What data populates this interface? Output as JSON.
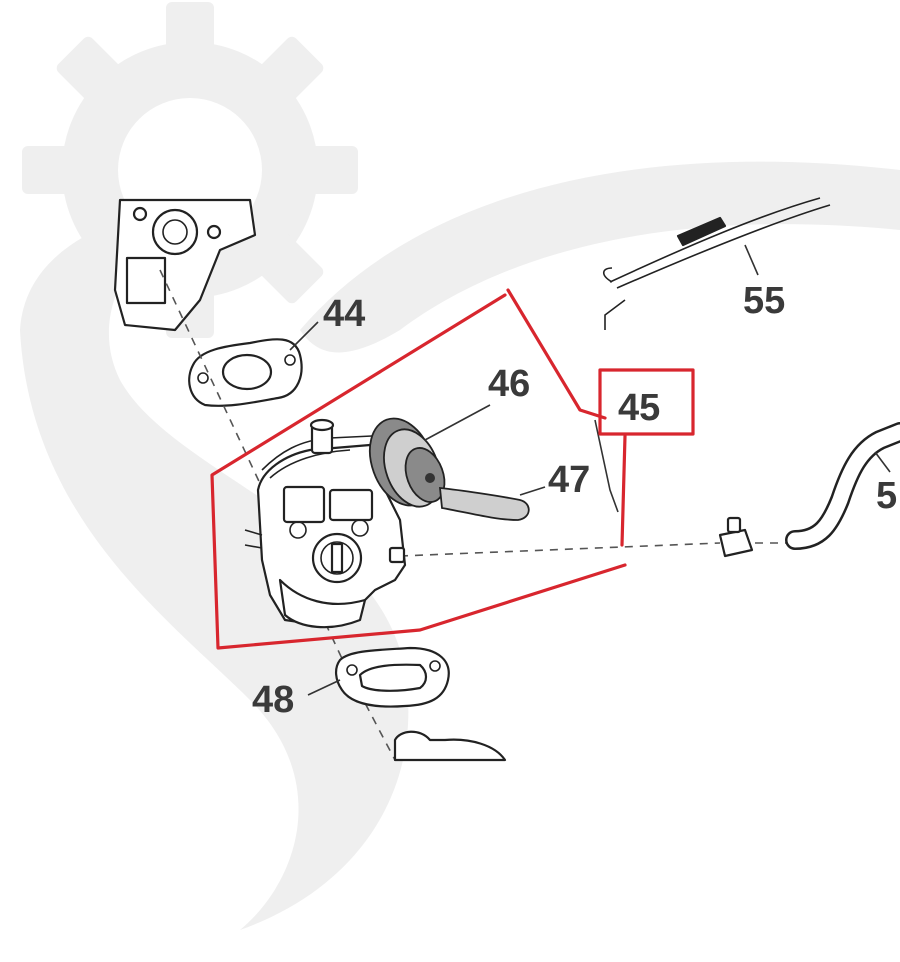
{
  "callouts": {
    "c44": "44",
    "c45": "45",
    "c46": "46",
    "c47": "47",
    "c48": "48",
    "c55": "55",
    "c5_partial": "5"
  },
  "highlight": {
    "color": "#d8262e",
    "boxed_callout": "45"
  },
  "watermark": {
    "color": "#efefef",
    "icon": "gear-swoosh-logo-icon"
  }
}
